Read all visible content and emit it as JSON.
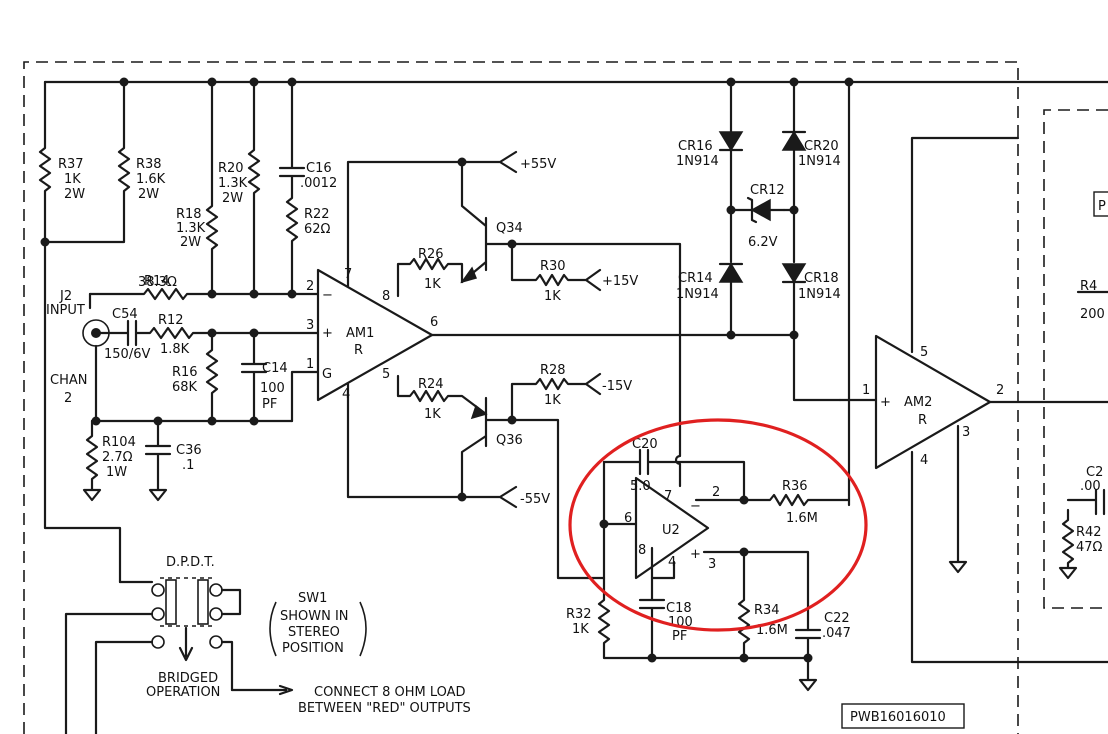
{
  "labels": {
    "r37": "R37",
    "r37_v": "1K",
    "r37_p": "2W",
    "r38": "R38",
    "r38_v": "1.6K",
    "r38_p": "2W",
    "r20": "R20",
    "r20_v": "1.3K",
    "r20_p": "2W",
    "r18": "R18",
    "r18_v": "1.3K",
    "r18_p": "2W",
    "c16": "C16",
    "c16_v": ".0012",
    "r22": "R22",
    "r22_v": "62Ω",
    "r14": "R14",
    "r14_v": "38.3Ω",
    "j2": "J2",
    "j2_b": "INPUT",
    "c54": "C54",
    "c54_v": "150/6V",
    "r12": "R12",
    "r12_v": "1.8K",
    "r16": "R16",
    "r16_v": "68K",
    "c14": "C14",
    "c14_v": "100",
    "c14_u": "PF",
    "chan": "CHAN",
    "chan_n": "2",
    "r104": "R104",
    "r104_v": "2.7Ω",
    "r104_p": "1W",
    "c36": "C36",
    "c36_v": ".1",
    "am1": "AM1",
    "am1_r": "R",
    "q34": "Q34",
    "q36": "Q36",
    "p55": "+55V",
    "n55": "-55V",
    "r26": "R26",
    "r26_v": "1K",
    "r30": "R30",
    "r30_v": "1K",
    "p15": "+15V",
    "r24": "R24",
    "r24_v": "1K",
    "r28": "R28",
    "r28_v": "1K",
    "n15": "-15V",
    "cr16": "CR16",
    "cr16_v": "1N914",
    "cr20": "CR20",
    "cr20_v": "1N914",
    "cr12": "CR12",
    "cr12_v": "6.2V",
    "cr14": "CR14",
    "cr14_v": "1N914",
    "cr18": "CR18",
    "cr18_v": "1N914",
    "c20": "C20",
    "c20_v": "5.0",
    "u2": "U2",
    "r36": "R36",
    "r36_v": "1.6M",
    "r32": "R32",
    "r32_v": "1K",
    "c18": "C18",
    "c18_v": "100",
    "c18_u": "PF",
    "r34": "R34",
    "r34_v": "1.6M",
    "c22": "C22",
    "c22_v": ".047",
    "am2": "AM2",
    "am2_r": "R",
    "r4x": "R4",
    "r4x_v": "200",
    "c2x": "C2",
    "c2x_v": ".00",
    "r42": "R42",
    "r42_v": "47Ω",
    "p_box": "P",
    "dpdt": "D.P.D.T.",
    "sw1": "SW1",
    "sw1_a": "SHOWN IN",
    "sw1_b": "STEREO",
    "sw1_c": "POSITION",
    "bridged": "BRIDGED",
    "operation": "OPERATION",
    "connect": "CONNECT 8 OHM LOAD",
    "between": "BETWEEN \"RED\" OUTPUTS",
    "pwb": "PWB16016010"
  },
  "pins": {
    "am1_2": "2",
    "am1_3": "3",
    "am1_1": "1",
    "am1_7": "7",
    "am1_8": "8",
    "am1_5": "5",
    "am1_4": "4",
    "am1_6": "6",
    "am1_minus": "−",
    "am1_plus": "+",
    "am1_g": "G",
    "u2_7": "7",
    "u2_2": "2",
    "u2_6": "6",
    "u2_8": "8",
    "u2_4": "4",
    "u2_3": "3",
    "u2_minus": "−",
    "u2_plus": "+",
    "am2_5": "5",
    "am2_1": "1",
    "am2_2": "2",
    "am2_3": "3",
    "am2_4": "4",
    "am2_plus": "+"
  },
  "colors": {
    "ink": "#1a1a1a",
    "highlight": "#e02020"
  }
}
